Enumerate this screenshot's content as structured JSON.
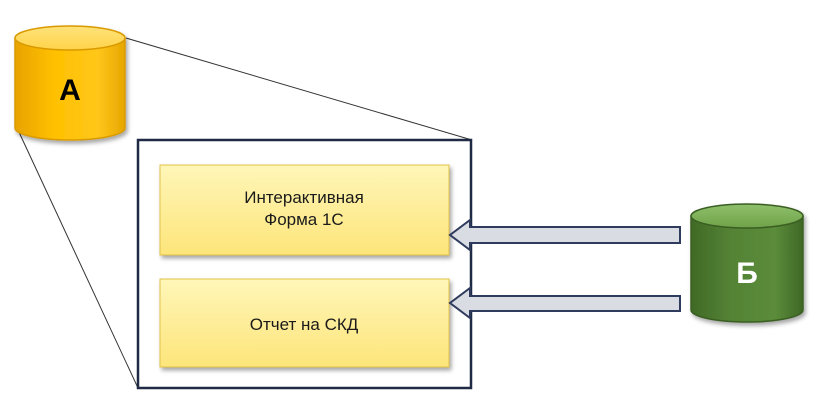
{
  "diagram": {
    "db_a": {
      "label": "А",
      "color": "#ffc000"
    },
    "db_b": {
      "label": "Б",
      "color": "#548235"
    },
    "container": {
      "border_color": "#1f2a44"
    },
    "box_form": {
      "line1": "Интерактивная",
      "line2": "Форма 1С"
    },
    "box_report": {
      "line1": "Отчет на СКД"
    },
    "arrows": {
      "fill": "#d9dce3",
      "stroke": "#2f3b5c"
    }
  }
}
